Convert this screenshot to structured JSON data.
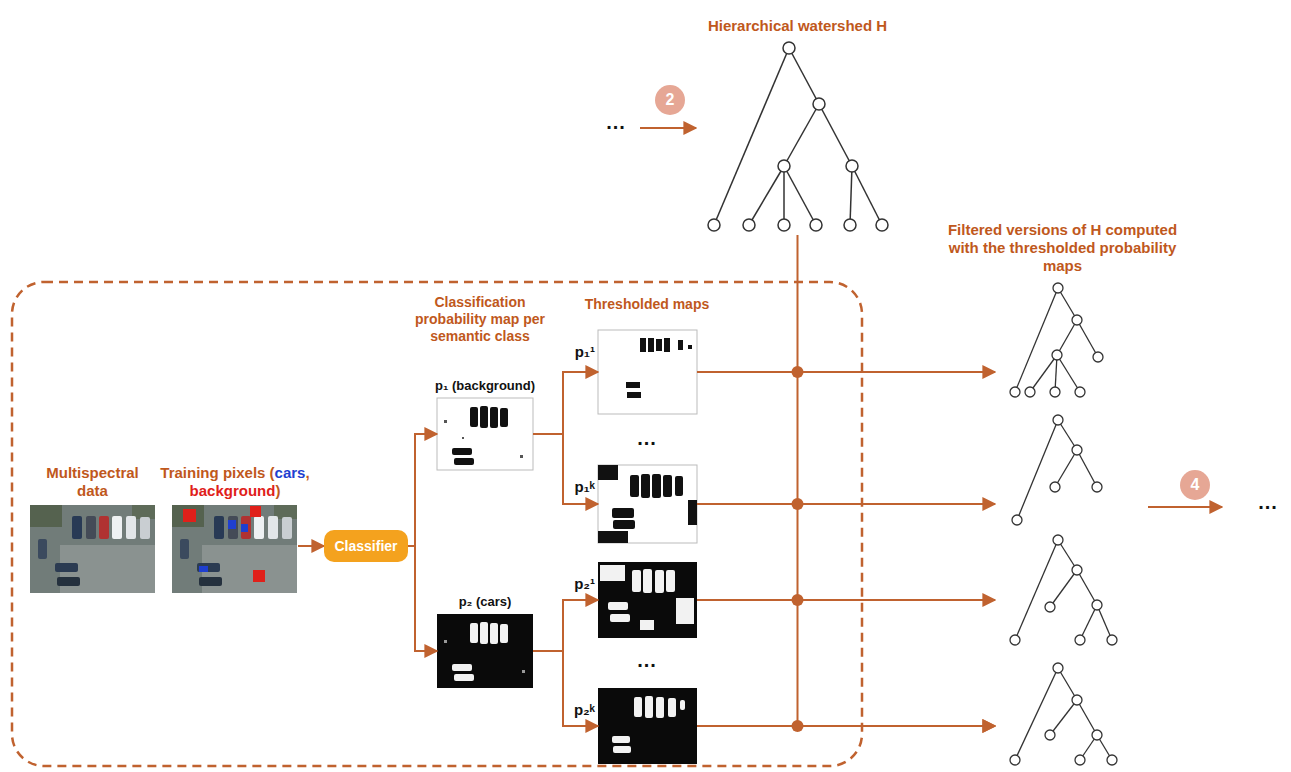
{
  "diagram": {
    "nodes": [
      {
        "text": [
          "2"
        ]
      },
      {
        "text": [
          "Hierarchical watershed H"
        ]
      },
      {
        "text": [
          "Multispectral data"
        ]
      },
      {
        "text": [
          "Training pixels (cars, background)"
        ]
      },
      {
        "text": [
          "Classifier"
        ]
      },
      {
        "text": [
          "p₁ (background)"
        ]
      },
      {
        "text": [
          "p₂ (cars)"
        ]
      },
      {
        "text": [
          "p₁¹"
        ]
      },
      {
        "text": [
          "p₁ᵏ"
        ]
      },
      {
        "text": [
          "p₂¹"
        ]
      },
      {
        "text": [
          "p₂ᵏ"
        ]
      },
      {
        "text": [
          "Filtered versions of H computed with the thresholded probability maps"
        ]
      },
      {
        "text": [
          "4"
        ]
      }
    ],
    "edges": [
      {
        "from": 3,
        "to": 4,
        "arrow": "to"
      },
      {
        "from": 4,
        "to": 5,
        "arrow": "to"
      },
      {
        "from": 4,
        "to": 6,
        "arrow": "to"
      },
      {
        "from": 5,
        "to": 7,
        "arrow": "to"
      },
      {
        "from": 5,
        "to": 8,
        "arrow": "to"
      },
      {
        "from": 6,
        "to": 9,
        "arrow": "to"
      },
      {
        "from": 6,
        "to": 10,
        "arrow": "to"
      },
      {
        "from": 7,
        "to": 11,
        "arrow": "to"
      },
      {
        "from": 8,
        "to": 11,
        "arrow": "to"
      },
      {
        "from": 9,
        "to": 11,
        "arrow": "to"
      },
      {
        "from": 10,
        "to": 11,
        "arrow": "to"
      },
      {
        "from": 1,
        "to": 11,
        "arrow": "to"
      }
    ],
    "labels": [
      "Classification probability map per semantic class",
      "Thresholded maps",
      "...",
      "...",
      "...",
      "..."
    ]
  }
}
